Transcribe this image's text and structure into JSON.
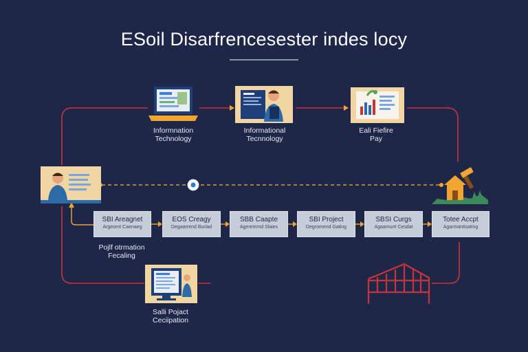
{
  "title": "ESoil  Disarfrencesester indes locy",
  "top_nodes": [
    {
      "line1": "Informnation",
      "line2": "Technology"
    },
    {
      "line1": "Informational",
      "line2": "Tecnnology"
    },
    {
      "line1": "Eali Fiefire",
      "line2": "Pay"
    }
  ],
  "process_boxes": [
    {
      "title": "SBI Areagnet",
      "sub": "Argeornt Caenaeg"
    },
    {
      "title": "EOS Creagy",
      "sub": "Degaarrend Buriad"
    },
    {
      "title": "SBB Caapte",
      "sub": "Ageremmd Slaies"
    },
    {
      "title": "SBI Project",
      "sub": "Degromend Gating"
    },
    {
      "title": "SBSI Curgs",
      "sub": "Agaamunt Cesdat"
    },
    {
      "title": "Totee Accpt",
      "sub": "Agarmantisating"
    }
  ],
  "side_label": {
    "line1": "Pojlf otrmation",
    "line2": "Fecaling"
  },
  "bottom_label": {
    "line1": "Salli Pojact",
    "line2": "Ceciipation"
  },
  "colors": {
    "background": "#1e2748",
    "connector": "#c7353a",
    "dashed": "#e09a3a",
    "box_fill": "#c4cdd8",
    "accent": "#f2a531"
  }
}
